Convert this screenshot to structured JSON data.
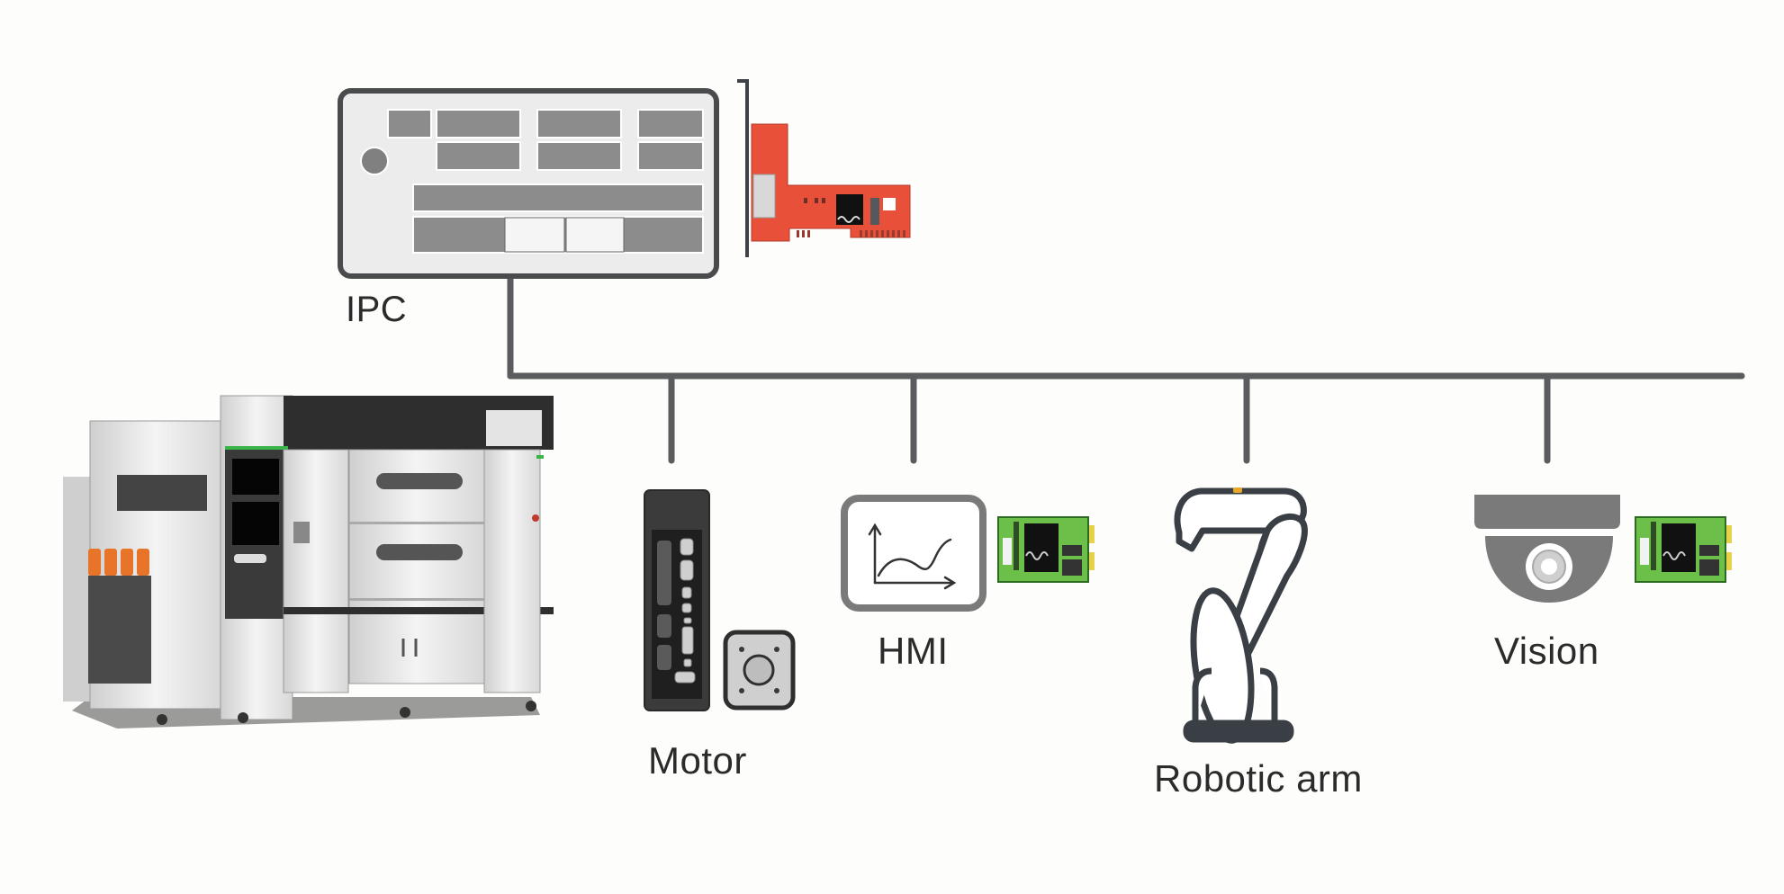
{
  "diagram": {
    "title": "",
    "topology": "bus",
    "bus_label": "",
    "controller": {
      "label": "IPC",
      "expansion_card": "pcie-network-card-icon",
      "card_color": "#e8503a"
    },
    "machine": {
      "description": "industrial-production-machine-image"
    },
    "nodes": [
      {
        "id": "motor",
        "label": "Motor",
        "icon": "servo-drive-and-motor-icon",
        "has_module": false
      },
      {
        "id": "hmi",
        "label": "HMI",
        "icon": "hmi-screen-chart-icon",
        "has_module": true
      },
      {
        "id": "robotic-arm",
        "label": "Robotic arm",
        "icon": "robotic-arm-icon",
        "has_module": false
      },
      {
        "id": "vision",
        "label": "Vision",
        "icon": "dome-camera-icon",
        "has_module": true
      }
    ],
    "colors": {
      "line": "#5a5c5e",
      "box_border": "#4a4b4d",
      "box_fill": "#ececec",
      "slot_fill": "#8c8c8c",
      "module_green": "#6cc04a",
      "robot_stroke": "#3a3f45",
      "accent_orange": "#e8742a"
    }
  }
}
